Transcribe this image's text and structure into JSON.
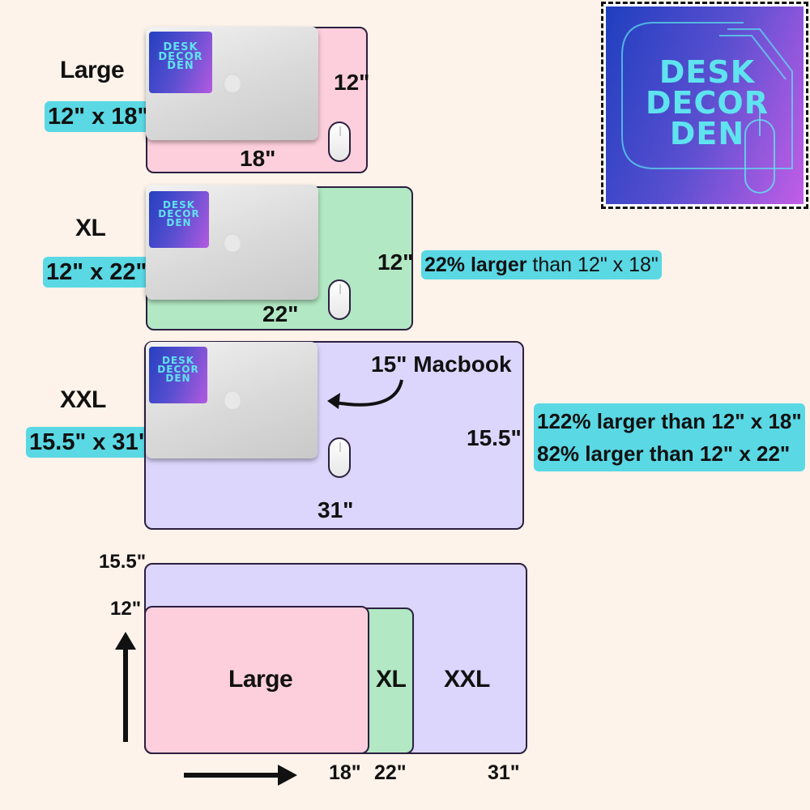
{
  "brand": {
    "line1": "DESK",
    "line2": "DECOR",
    "line3": "DEN"
  },
  "sizes": {
    "large": {
      "name": "Large",
      "dims": "12\" x 18\"",
      "height": "12\"",
      "width": "18\""
    },
    "xl": {
      "name": "XL",
      "dims": "12\" x 22\"",
      "height": "12\"",
      "width": "22\"",
      "compare_bold": "22% larger",
      "compare_rest": " than 12\" x 18\""
    },
    "xxl": {
      "name": "XXL",
      "dims": "15.5\" x 31\"",
      "height": "15.5\"",
      "width": "31\"",
      "compare_line1": "122% larger than 12\" x 18\"",
      "compare_line2": "82% larger than 12\" x 22\""
    }
  },
  "callout": "15\" Macbook",
  "comparison": {
    "large": "Large",
    "xl": "XL",
    "xxl": "XXL",
    "y_top": "15.5\"",
    "y_mid": "12\"",
    "x_a": "18\"",
    "x_b": "22\"",
    "x_c": "31\""
  },
  "colors": {
    "large": "#fdcfdc",
    "xl": "#b2e8c3",
    "xxl": "#dcd6fd",
    "tag": "#5ad8e4",
    "background": "#fdf3ea"
  }
}
